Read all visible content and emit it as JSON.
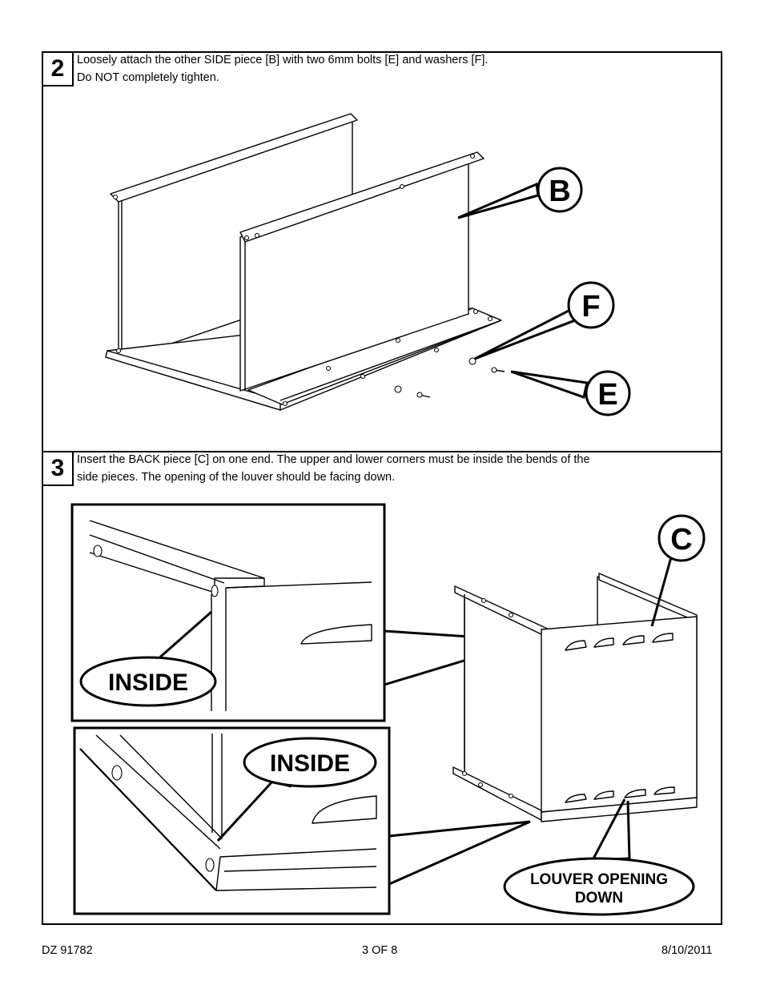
{
  "step2": {
    "number": "2",
    "line1": "Loosely attach the other SIDE piece [B] with two 6mm bolts [E] and washers [F].",
    "line2": "Do NOT completely tighten.",
    "callouts": {
      "b": "B",
      "f": "F",
      "e": "E"
    }
  },
  "step3": {
    "number": "3",
    "line1": "Insert the BACK piece [C] on one end.  The upper and lower corners must be inside the bends of the",
    "line2": "side pieces.  The opening of the louver should be facing down.",
    "callouts": {
      "c": "C",
      "inside_top": "INSIDE",
      "inside_bottom": "INSIDE",
      "louver_line1": "LOUVER OPENING",
      "louver_line2": "DOWN"
    }
  },
  "footer": {
    "doc_id": "DZ 91782",
    "page": "3 OF 8",
    "date": "8/10/2011"
  }
}
